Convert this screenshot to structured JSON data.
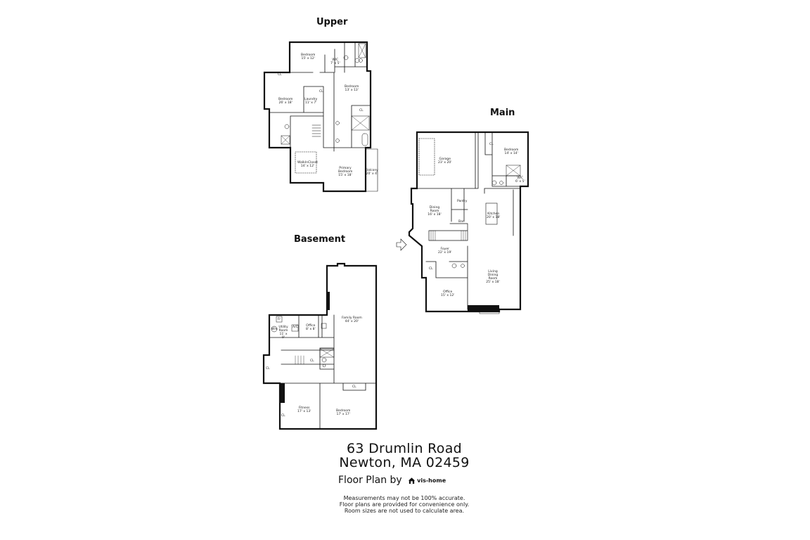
{
  "floors": {
    "upper": {
      "title": "Upper",
      "rooms": [
        {
          "name": "Bedroom",
          "dim": "15' x 12'"
        },
        {
          "name": "WIC",
          "dim": "7' x 5'"
        },
        {
          "name": "Bedroom",
          "dim": "13' x 13'"
        },
        {
          "name": "Bedroom",
          "dim": "26' x 18'"
        },
        {
          "name": "Laundry",
          "dim": "11' x 7'"
        },
        {
          "name": "WalkInCloset",
          "dim": "14' x 12'"
        },
        {
          "name": "Primary Bedroom",
          "dim": "15' x 18'"
        },
        {
          "name": "Balcony",
          "dim": "20' x 4'"
        }
      ],
      "labels": {
        "cl1": "CL",
        "cl2": "CL",
        "cl3": "CL"
      }
    },
    "main": {
      "title": "Main",
      "rooms": [
        {
          "name": "Garage",
          "dim": "23' x 20'"
        },
        {
          "name": "Bedroom",
          "dim": "14' x 14'"
        },
        {
          "name": "WIC",
          "dim": "6' x 5'"
        },
        {
          "name": "Pantry",
          "dim": ""
        },
        {
          "name": "Dining Room",
          "dim": "16' x 18'"
        },
        {
          "name": "Kitchen",
          "dim": "20' x 18'"
        },
        {
          "name": "Bar",
          "dim": ""
        },
        {
          "name": "Foyer",
          "dim": "22' x 19'"
        },
        {
          "name": "Living Dining Room",
          "dim": "25' x 18'"
        },
        {
          "name": "Office",
          "dim": "15' x 12'"
        }
      ],
      "labels": {
        "cl1": "CL",
        "cl2": "CL"
      }
    },
    "basement": {
      "title": "Basement",
      "rooms": [
        {
          "name": "Family Room",
          "dim": "44' x 20'"
        },
        {
          "name": "Utility Room",
          "dim": "11' x 9'"
        },
        {
          "name": "Office",
          "dim": "8' x 8'"
        },
        {
          "name": "Fitness",
          "dim": "17' x 13'"
        },
        {
          "name": "Bedroom",
          "dim": "17' x 17'"
        }
      ],
      "labels": {
        "ac": "A/C",
        "fr": "Fr",
        "wh": "WH",
        "cl1": "CL",
        "cl2": "CL",
        "cl3": "CL",
        "cl4": "CL"
      }
    }
  },
  "address": {
    "line1": "63 Drumlin Road",
    "line2": "Newton, MA 02459"
  },
  "credit": {
    "prefix": "Floor Plan by",
    "brand": "vis-home",
    "icon": "house-icon"
  },
  "disclaimer": [
    "Measurements may not be 100% accurate.",
    "Floor plans are provided for convenience only.",
    "Room sizes are not used to calculate area."
  ]
}
